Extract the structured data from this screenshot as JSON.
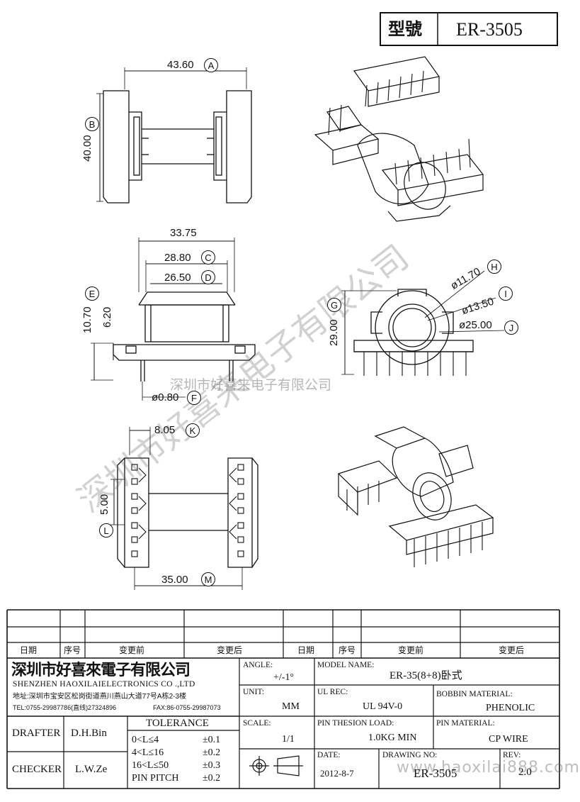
{
  "title_block": {
    "label": "型號",
    "value": "ER-3505"
  },
  "dimensions": {
    "A": {
      "value": "43.60",
      "tag": "A"
    },
    "B": {
      "value": "40.00",
      "tag": "B"
    },
    "C": {
      "value": "28.80",
      "tag": "C"
    },
    "D": {
      "value": "26.50",
      "tag": "D"
    },
    "top": {
      "value": "33.75"
    },
    "E": {
      "value": "10.70",
      "tag": "E"
    },
    "e2": {
      "value": "6.20"
    },
    "F": {
      "value": "ø0.80",
      "tag": "F"
    },
    "G": {
      "value": "29.00",
      "tag": "G"
    },
    "H": {
      "value": "ø11.70",
      "tag": "H"
    },
    "I": {
      "value": "ø13.50",
      "tag": "I"
    },
    "J": {
      "value": "ø25.00",
      "tag": "J"
    },
    "K": {
      "value": "8.05",
      "tag": "K"
    },
    "L": {
      "value": "5.00",
      "tag": "L"
    },
    "M": {
      "value": "35.00",
      "tag": "M"
    }
  },
  "watermarks": {
    "diagonal": "深圳市好喜来电子有限公司",
    "center": "深圳市好喜来电子有限公司",
    "url": "www.haoxilai888.com"
  },
  "revision_table": {
    "headers": [
      "日期",
      "序号",
      "变更前",
      "变更后",
      "日期",
      "序号",
      "变更前",
      "变更后"
    ]
  },
  "company": {
    "name_cn": "深圳市好喜來電子有限公司",
    "name_en": "SHENZHEN HAOXILAIELECTRONICS CO .,LTD",
    "address": "地址:深圳市宝安区松岗街道燕川燕山大道77号A栋2-3楼",
    "tel": "TEL:0755-29987786(直线)27324896",
    "fax": "FAX:86-0755-29987073"
  },
  "drafter": {
    "label": "DRAFTER",
    "value": "D.H.Bin"
  },
  "checker": {
    "label": "CHECKER",
    "value": "L.W.Ze"
  },
  "tolerance": {
    "title": "TOLERANCE",
    "rows": [
      {
        "range": "0<L≤4",
        "value": "±0.1"
      },
      {
        "range": "4<L≤16",
        "value": "±0.2"
      },
      {
        "range": "16<L≤50",
        "value": "±0.3"
      },
      {
        "range": "PIN PITCH",
        "value": "±0.2"
      }
    ]
  },
  "angle": {
    "label": "ANGLE:",
    "value": "+/-1°"
  },
  "unit": {
    "label": "UNIT:",
    "value": "MM"
  },
  "scale": {
    "label": "SCALE:",
    "value": "1/1"
  },
  "model": {
    "label": "MODEL NAME:",
    "value": "ER-35(8+8)卧式"
  },
  "ul": {
    "label": "UL REC:",
    "value": "UL 94V-0"
  },
  "bobbin_material": {
    "label": "BOBBIN MATERIAL:",
    "value": "PHENOLIC"
  },
  "pin_load": {
    "label": "PIN THESION LOAD:",
    "value": "1.0KG MIN"
  },
  "pin_material": {
    "label": "PIN MATERIAL:",
    "value": "CP  WIRE"
  },
  "date": {
    "label": "DATE:",
    "value": "2012-8-7"
  },
  "drawing_no": {
    "label": "DRAWING NO:",
    "value": "ER-3505"
  },
  "rev": {
    "label": "REV:",
    "value": "2.0"
  }
}
